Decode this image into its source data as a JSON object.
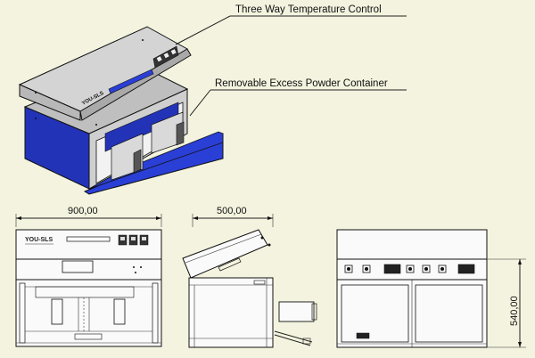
{
  "callouts": {
    "temperature_control": "Three Way Temperature Control",
    "powder_container": "Removable Excess Powder Container"
  },
  "brand": {
    "logo_text": "YOU-SLS"
  },
  "dimensions": {
    "front_width": "900,00",
    "side_width": "500,00",
    "rear_height": "540,00"
  },
  "colors": {
    "background": "#f3f3df",
    "chassis_blue": "#2233b8",
    "tray_blue": "#2a3fd6",
    "panel_grey": "#c9c9c9",
    "line": "#222222"
  }
}
